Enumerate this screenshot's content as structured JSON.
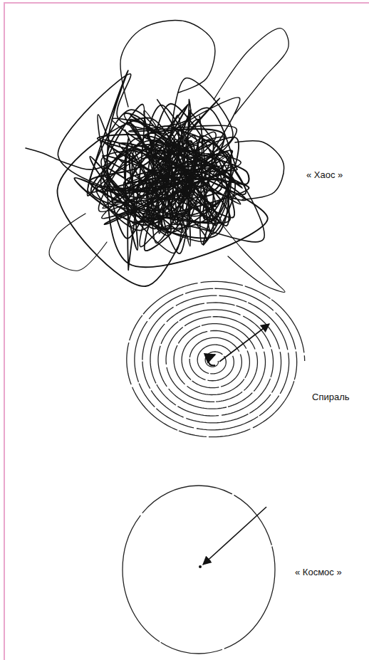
{
  "diagram": {
    "labels": [
      "« Хаос »",
      "Спираль",
      "« Космос »"
    ]
  }
}
